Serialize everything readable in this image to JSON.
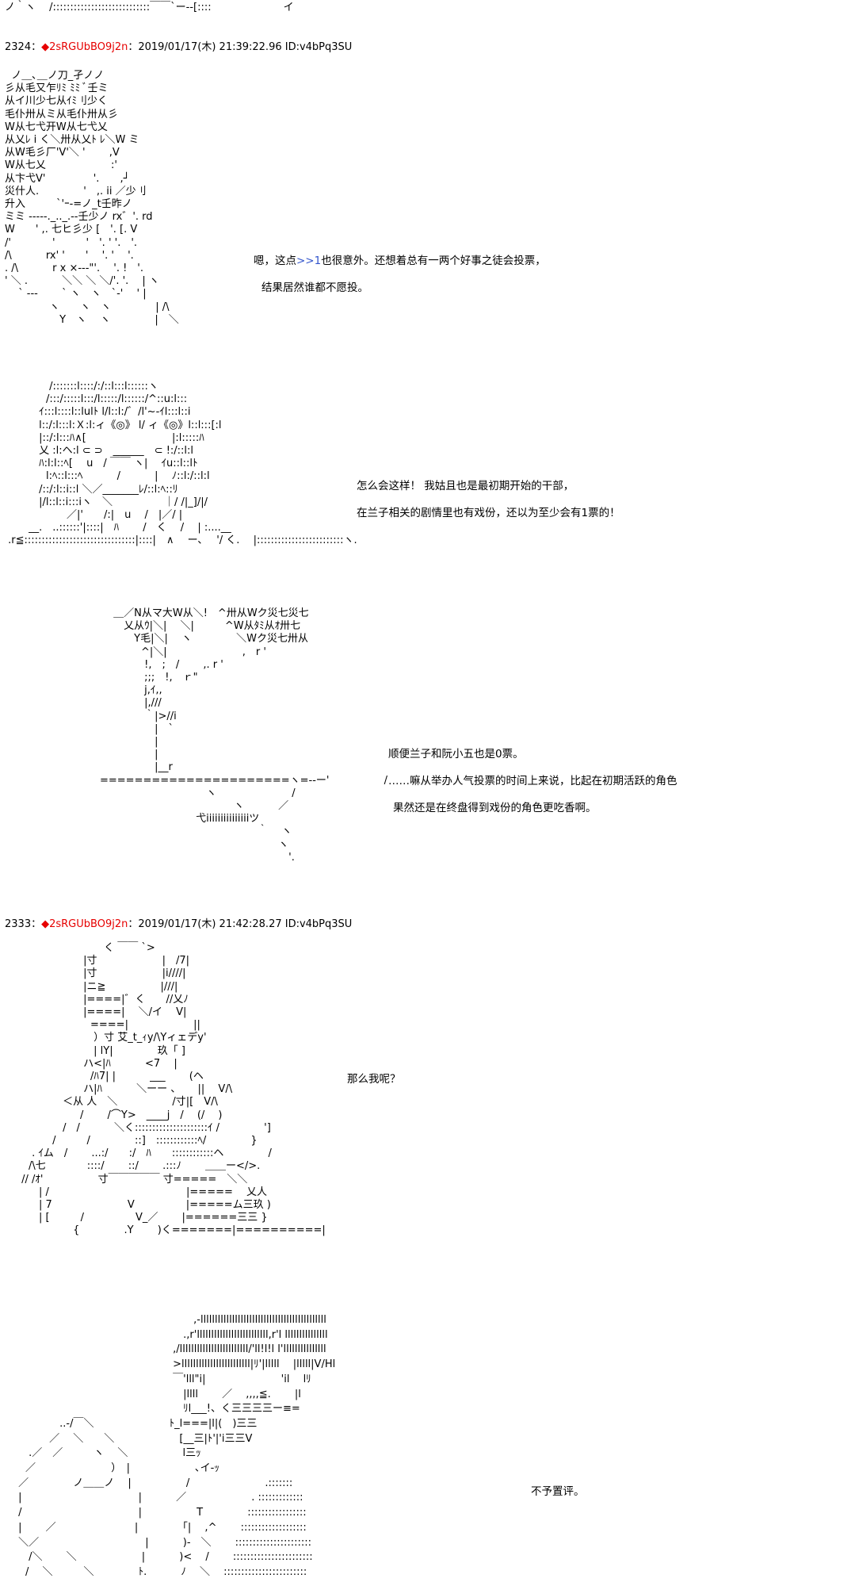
{
  "colors": {
    "background": "#ffffff",
    "text": "#000000",
    "tripcode": "#e60000",
    "reply_link": "#3355cc"
  },
  "art0": "ノ｀ヽ　 /::::::::::::::::::::::::::::￣￣`ー--[::::　　　　　　　イ",
  "post1": {
    "number": "2324",
    "sep": "：",
    "trip": "◆2sRGUbBO9j2n",
    "meta": "：2019/01/17(木) 21:39:22.96 ID:v4bPq3SU"
  },
  "art1": "  ノ＿､＿ノ刀_孑ノノ\n彡从毛又乍ﾘﾐ ﾐﾐ ﾞ壬ミ\n从イ川少七从ｲﾐ刂少く\n毛仆卅从ミ从毛仆卅从彡\nW从七弋开W从七弋乂\n从乂ﾚ i く＼卅从乂ﾄ ﾚ＼W ミ\n从W毛彡厂'V'＼ '　　 ,V\nW从七乂　　　　　　 :' \n从卞弋V'　　　 　 '.　　,┘\n災什人.　　　　 '　,. ii ／少刂\n升入　　　`'ｰ-=ノ_t壬昨ノ\nミミ -----._.._.--壬少ノ rx゛'. rd\nW　　' ,. 七ヒ彡少 [　'. [. V\n/'　　　　'　　　'　'. ' '.　'.\n/\\　　　 rx' '　　'　 '. '　 '.\n. /\\　　　 r x ×---\"'.　 '. !　'.\n' ＼ .　　　 ＼＼ ＼ ＼/'. '.　 | ヽ\n　 ` ---　　 ` ヽ　ヽ　`-'　 ' |\n　　　　 ヽ　　ヽ　ヽ　　　　 | /\\\n　　　　　 Y　ヽ　 ヽ　　　　 |　＼",
  "dlg1": {
    "line1_pre": "嗯，这点",
    "line1_ref": ">>1",
    "line1_post": "也很意外。还想着总有一两个好事之徒会投票，",
    "line2": "结果居然谁都不愿投。"
  },
  "art2": "　　　　 /:::::::l::::/:/::l:::l::::::ヽ\n　　　　/:::/:::::l:::/l:::::/l::::::/^::u:l:::\n　　　 ｲ:::l::::l::lulﾄ l/l::l:/゛/l'~-ｲl:::l::i\n　　　 l::/:l:::l:Ｘ:l:ィ《◎》 l/ ィ《◎》l::l:::[:l\n　　　 |::/:l:::ﾊ∧[　　　　　　　　 |:l:::::ﾊ\n　　　 乂 :l:ヘ:l ⊂ ⊃　______　⊂ !:/::l:l\n　　　 ﾊ:l:l::ﾍ[　 u　/ ￣￣ ヽ|　 ｲu::l::lﾄ\n　　　　l:ﾍ::l:::ﾍ　　　 /　　　 |　 ﾉ::l:/::l:l\n　　　 /::/:l::i::l ＼／_______ﾚ/::l:ﾍ::ﾘ\n　　　 |/l::l::i:::iヽ　＼　　　　　｜/ /|_]/|/\n　　　　　　／|'　　/:|　u　 /　|／/ |\n　　 __.　..::::::'|::::|　ﾊ　　 /　く　 /　 | :....__\n .r≦::::::::::::::::::::::::::::::::|::::|　∧ 　ー､　 '/ く.　 |:::::::::::::::::::::::::ヽ.",
  "dlg2": {
    "line1": "怎么会这样！ 我姑且也是最初期开始的干部，",
    "line2": "在兰子相关的剧情里也有戏份，还以为至少会有1票的！"
  },
  "art3": "　　　 ＿／N从マ大W从＼!　^卅从Wク災七災七\n　　　　 乂从ｳ|＼|　 ＼|　　　^W从ﾀﾐ从ｵ卅七\n　　　　　 Y毛|＼| 　ヽ　　　　 ＼Wク災七卅从\n　　　　　　^|＼|　　　　　　　 ,　r '\n　　　　　　 !,　;　/　　 ,. r '\n　　　　　　 ;;;　!,　ｒ\"\n　　　　　　 j,ｲ,,\n　　　　　　 |,///\n　　　　　　 ｀|>//i\n　　　　　　　 |　`\n　　　　　　　 |\n　　　　　　　 |\n　　　　　　　 |__r\n　　======================ヽ=--ー'　　　　　 /\n　　　　　　　　　　　　 ヽ　　　　　　　 /\n　　　　　　　　　　　　　　　ヽ　　　 ／\n　　　　　　　　　　　 弋iiiiiiiiiiiiiiiツ\n　　　　　　　　　　　　　　　　　 ｀　 ヽ\n　　　　　　　　　　　　　　　　　　　 ヽ\n　　　　　　　　　　　　　　　　　　　　 '.",
  "dlg3": {
    "line1": "顺便兰子和阮小五也是0票。",
    "line2": "……嘛从举办人气投票的时间上来说，比起在初期活跃的角色",
    "line3": "果然还是在终盘得到戏份的角色更吃香啊。"
  },
  "post2": {
    "number": "2333",
    "sep": "：",
    "trip": "◆2sRGUbBO9j2n",
    "meta": "：2019/01/17(木) 21:42:28.27 ID:v4bPq3SU"
  },
  "art4": "　　　　　　　　　 く ￣￣ `>\n　　　　　　　 |寸　　　　　　 |　/7|\n　　　　　　　 |寸　　　　　　 |i////|\n　　　　　　　 |ニ≧　　　　　 |///|\n　　　　　　　 |====|゛く　　//乂ﾉ\n　　　　　　　 |====|　 ＼/イ　 V|\n　　　　　　　　====|　　　　　　 ||\n　　　　　　　　 ）寸 艾_t_ｨy/\\Yィェデy'\n　　　　　　　　 | lY|　　　　 玖「 ]\n　　　　　　　 ハ<|ﾊ　　　 <7　 |\n　　　　　　　　/ﾊ7| |　　　 ___　　 (ヘ\n　　　　　　　 ハ|ﾊ　　　 ＼ーー 、 　 || 　V/\\\n　　　　　 ＜从 人　＼　　　　　 /寸|[　V/\\\n　　　　　　　/　　 /⌒Y>　____j　/　 (/　 )\n　　　　　 /　/　　　 ＼く:::::::::::::::::::::ｲ /　　　　 ']\n　　　　 /　　　/　　　　 ::]　::::::::::::ﾍ/　　　　 }\n　　 . ｲム　/　　 ...:/　　:/　ﾊ　　::::::::::::ヘ　　　　 /\n　　/\\七　　　　::::/　　 ::/　　 .:::ﾉ　　 ＿＿ー</>.\n　 // /ｵ'　　　　　 寸￣￣￣￣￣ 寸=====　＼＼\n　　　| /　　　　　　　　　　　　　 |=====　 乂人\n　　　| 7　　　　　　　 V　　　　　|=====ム三玖 )\n　　　| [　　　/　　　　　V_／　　 |======三三 }\n　　　　　　 {　　　　 .Y　　 )く=======|==========|",
  "dlg4": {
    "line1": "那么我呢？"
  },
  "art5": "　　　　　　　　　　　　　　　　　　 ,-llllllllllllllllllllllllllllllllllllllllllll\n　　　　　　　　　　　　　　　　　 .,r'lllllllllllllllllllllllll,r'l lllllllllllllll\n　　　　　　　　　　　　　　　　 ,/llllllllllllllllllllllll/'ll!l!l l'lllllllllllllll\n　　　　　　　　　　　　　　　　 >llllllllllllllllllllllll|ﾘ'|lllll　 |lllll|V/Hl\n　　　　　　　　　　　　　　　　 ￣'lll\"i|　　　　　　　 'il 　lﾘ\n　　　　　　　　　　　　　　　　　 |llll　　 ／　 ,,,,≦.　　 |l\n　　　　　　　　　　　　　　　　　 ﾘl___!、く三三三三ー≡=\n　　　　　 ..-/￣＼　　　　　　　 ﾄ_l===|l|(　)三三\n　　　　 ／ 　＼　　＼　　　　　　 [__三|ﾄ'|'i三三V\n　　 .／　／　　　ヽ　 ＼　　　　　 l三ｯ\n　　／　　　　　　　 ）　|　　　　　　 ､イ-ｯ\n　 ／　　　　 ノ＿＿ノ　 |　　　　　 /　　　　　　　 .:::::::\n　 |　　　　　　　　　　　 |　　　 ／　　　　　　 . :::::::::::::\n　 /　　　　　　　　　　　 |　　　　　 T　　　　 :::::::::::::::::\n　 |　　 ／ 　　　　　　　 |　　　　 ｢|　 ,^　　 :::::::::::::::::::\n　 ＼／　　　　　　　　　　 |　　　 )-　＼　　 ::::::::::::::::::::::\n　　 /＼　　 ＼　　　　　　 |　　　 )<　 /　　 :::::::::::::::::::::::\n　　/　 ＼　　　＼　　　　 ﾄ.　　　 ﾉ　 ＼　 ::::::::::::::::::::::::",
  "dlg5": {
    "line1": "不予置评。"
  }
}
